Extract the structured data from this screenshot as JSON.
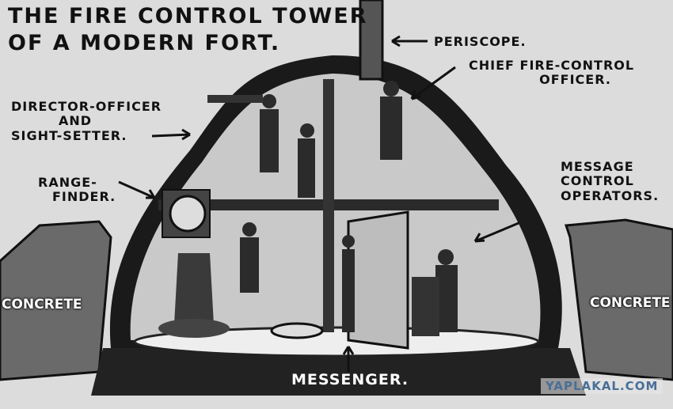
{
  "title": {
    "line1": "THE FIRE CONTROL TOWER",
    "line2": "OF A MODERN FORT."
  },
  "labels": {
    "periscope": "PERISCOPE.",
    "chief_line1": "CHIEF FIRE-CONTROL",
    "chief_line2": "OFFICER.",
    "director_line1": "DIRECTOR-OFFICER",
    "director_line2": "AND",
    "director_line3": "SIGHT-SETTER.",
    "range_line1": "RANGE-",
    "range_line2": "FINDER.",
    "message_line1": "MESSAGE",
    "message_line2": "CONTROL",
    "message_line3": "OPERATORS.",
    "concrete_left": "CONCRETE",
    "concrete_right": "CONCRETE",
    "messenger": "MESSENGER."
  },
  "watermark": "YAPLAKAL.COM"
}
